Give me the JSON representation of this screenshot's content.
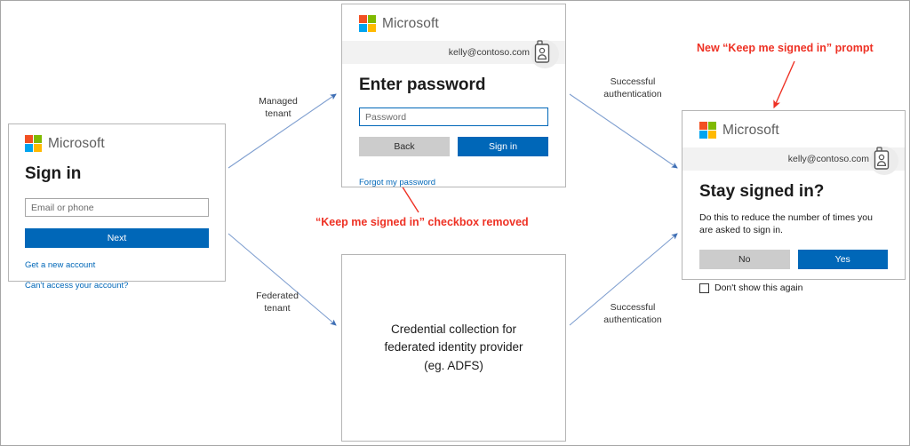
{
  "brand": {
    "name": "Microsoft",
    "logo_colors": {
      "top_left": "#f25022",
      "top_right": "#7fba00",
      "bottom_left": "#00a4ef",
      "bottom_right": "#ffb900"
    },
    "accent_blue": "#0067b8",
    "annotation_red": "#ee3124"
  },
  "signin_panel": {
    "logo_text": "Microsoft",
    "heading": "Sign in",
    "email_placeholder": "Email or phone",
    "email_value": "",
    "next_button": "Next",
    "link_new_account": "Get a new account",
    "link_cant_access": "Can't access your account?"
  },
  "password_panel": {
    "logo_text": "Microsoft",
    "user_email": "kelly@contoso.com",
    "badge_icon": "id-badge-icon",
    "heading": "Enter password",
    "password_placeholder": "Password",
    "password_value": "",
    "back_button": "Back",
    "signin_button": "Sign in",
    "link_forgot": "Forgot my password"
  },
  "federated_panel": {
    "line1": "Credential collection for",
    "line2": "federated identity provider",
    "line3": "(eg. ADFS)"
  },
  "stay_signed_in_panel": {
    "logo_text": "Microsoft",
    "user_email": "kelly@contoso.com",
    "badge_icon": "id-badge-icon",
    "heading": "Stay signed in?",
    "body": "Do this to reduce the number of times you are asked to sign in.",
    "no_button": "No",
    "yes_button": "Yes",
    "checkbox_label": "Don't show this again",
    "checkbox_checked": false
  },
  "flow_labels": {
    "managed_tenant": "Managed\ntenant",
    "federated_tenant": "Federated\ntenant",
    "auth_top": "Successful\nauthentication",
    "auth_bottom": "Successful\nauthentication"
  },
  "annotations": {
    "new_prompt": "New “Keep me signed in” prompt",
    "checkbox_removed": "“Keep me signed in” checkbox removed"
  }
}
